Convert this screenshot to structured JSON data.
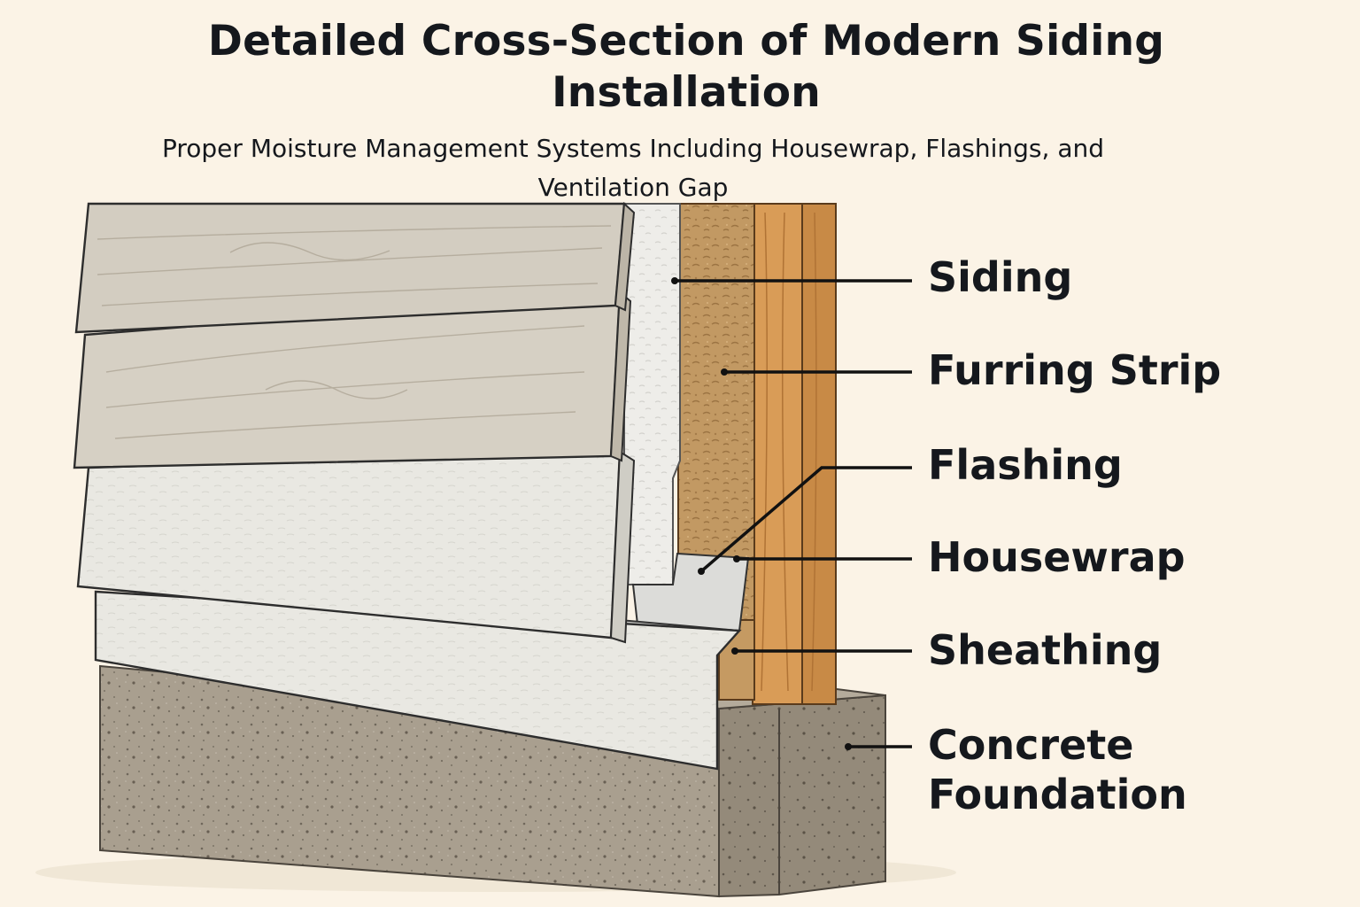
{
  "title": {
    "line1": "Detailed Cross-Section of Modern Siding",
    "line2": "Installation"
  },
  "subtitle": {
    "line1": "Proper Moisture Management Systems Including Housewrap, Flashings, and",
    "line2": "Ventilation Gap"
  },
  "labels": {
    "siding": "Siding",
    "furring_strip": "Furring Strip",
    "flashing": "Flashing",
    "housewrap": "Housewrap",
    "sheathing": "Sheathing",
    "concrete_line1": "Concrete",
    "concrete_line2": "Foundation"
  },
  "colors": {
    "background": "#fbf3e6",
    "siding": "#d9d3c6",
    "furring": "#c49a64",
    "stud": "#d89b58",
    "concrete": "#a89e8e",
    "housewrap": "#ecece8",
    "text": "#15181d"
  }
}
